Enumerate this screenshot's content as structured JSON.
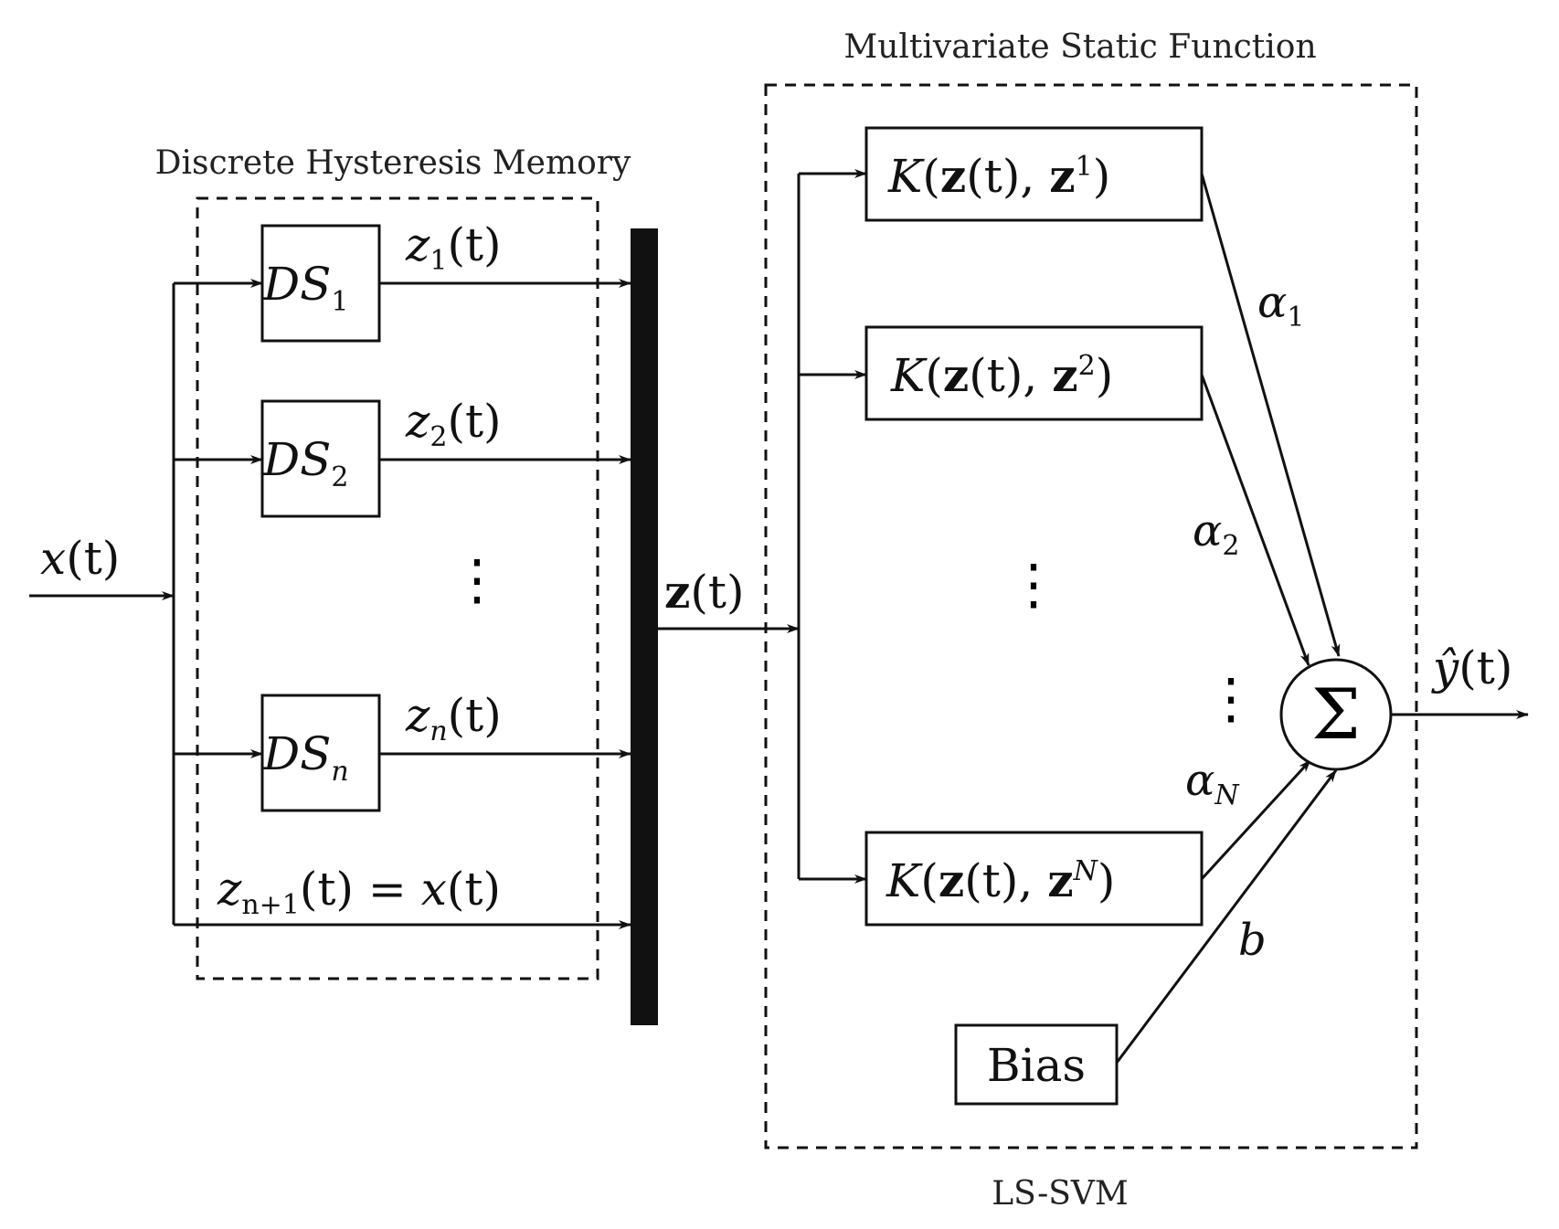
{
  "groups": {
    "memory_title": "Discrete Hysteresis Memory",
    "static_title": "Multivariate Static Function",
    "svm_label": "LS-SVM"
  },
  "input": {
    "var": "x",
    "arg": "(t)"
  },
  "ds_blocks": [
    {
      "name": "DS",
      "sub": "1",
      "out_var": "z",
      "out_sub": "1",
      "out_arg": "(t)"
    },
    {
      "name": "DS",
      "sub": "2",
      "out_var": "z",
      "out_sub": "2",
      "out_arg": "(t)"
    },
    {
      "name": "DS",
      "sub": "n",
      "out_var": "z",
      "out_sub": "n",
      "out_arg": "(t)"
    }
  ],
  "last_line": {
    "var": "z",
    "sub": "n+1",
    "arg": "(t) = ",
    "var2": "x",
    "arg2": "(t)"
  },
  "bus": {
    "var": "z",
    "arg": "(t)"
  },
  "kernels": [
    {
      "k": "K",
      "open": "(",
      "z": "z",
      "t": "(t), ",
      "z2": "z",
      "sup": "1",
      "close": ")"
    },
    {
      "k": "K",
      "open": "(",
      "z": "z",
      "t": "(t), ",
      "z2": "z",
      "sup": "2",
      "close": ")"
    },
    {
      "k": "K",
      "open": "(",
      "z": "z",
      "t": "(t), ",
      "z2": "z",
      "sup": "N",
      "close": ")"
    }
  ],
  "weights": [
    {
      "sym": "α",
      "sub": "1"
    },
    {
      "sym": "α",
      "sub": "2"
    },
    {
      "sym": "α",
      "sub": "N"
    }
  ],
  "bias": {
    "label": "Bias",
    "weight": "b"
  },
  "sum": {
    "symbol": "Σ"
  },
  "output": {
    "var": "ŷ",
    "arg": "(t)"
  },
  "dots": {
    "symbol": "⋮"
  }
}
